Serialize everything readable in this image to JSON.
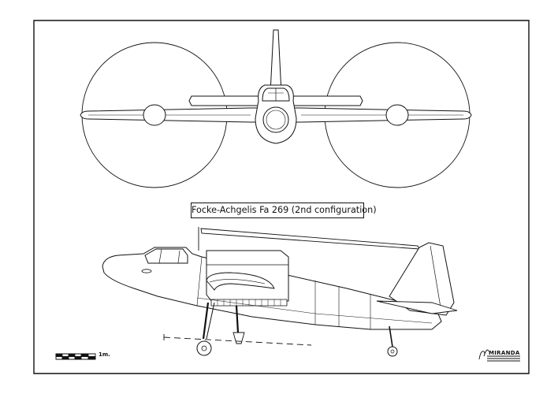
{
  "drawing": {
    "title": "Focke-Achgelis Fa 269 (2nd configuration)",
    "scale_label": "1m.",
    "brand_logo_text": "MIRANDA"
  }
}
